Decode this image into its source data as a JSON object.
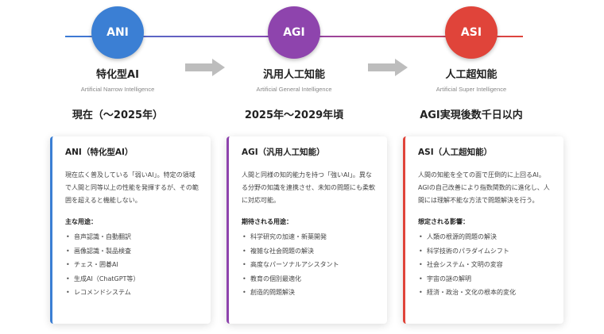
{
  "colors": {
    "ani": "#3b7fd4",
    "agi": "#8e44ad",
    "asi": "#e0443a",
    "arrow": "#bdbdbd"
  },
  "stages": [
    {
      "abbr": "ANI",
      "name": "特化型AI",
      "en": "Artificial Narrow Intelligence",
      "period": "現在（〜2025年）"
    },
    {
      "abbr": "AGI",
      "name": "汎用人工知能",
      "en": "Artificial General Intelligence",
      "period": "2025年〜2029年頃"
    },
    {
      "abbr": "ASI",
      "name": "人工超知能",
      "en": "Artificial Super Intelligence",
      "period": "AGI実現後数千日以内"
    }
  ],
  "cards": [
    {
      "title": "ANI（特化型AI）",
      "desc": "現在広く普及している「弱いAI」。特定の領域で人間と同等以上の性能を発揮するが、その範囲を超えると機能しない。",
      "subtitle": "主な用途：",
      "items": [
        "音声認識・自動翻訳",
        "画像認識・製品検査",
        "チェス・囲碁AI",
        "生成AI（ChatGPT等）",
        "レコメンドシステム"
      ]
    },
    {
      "title": "AGI（汎用人工知能）",
      "desc": "人間と同様の知的能力を持つ「強いAI」。異なる分野の知識を連携させ、未知の問題にも柔軟に対応可能。",
      "subtitle": "期待される用途：",
      "items": [
        "科学研究の加速・新薬開発",
        "複雑な社会問題の解決",
        "高度なパーソナルアシスタント",
        "教育の個別最適化",
        "創造的問題解決"
      ]
    },
    {
      "title": "ASI（人工超知能）",
      "desc": "人間の知能を全ての面で圧倒的に上回るAI。AGIの自己改善により指数関数的に進化し、人間には理解不能な方法で問題解決を行う。",
      "subtitle": "想定される影響：",
      "items": [
        "人類の根源的問題の解決",
        "科学技術のパラダイムシフト",
        "社会システム・文明の変容",
        "宇宙の謎の解明",
        "経済・政治・文化の根本的変化"
      ]
    }
  ]
}
